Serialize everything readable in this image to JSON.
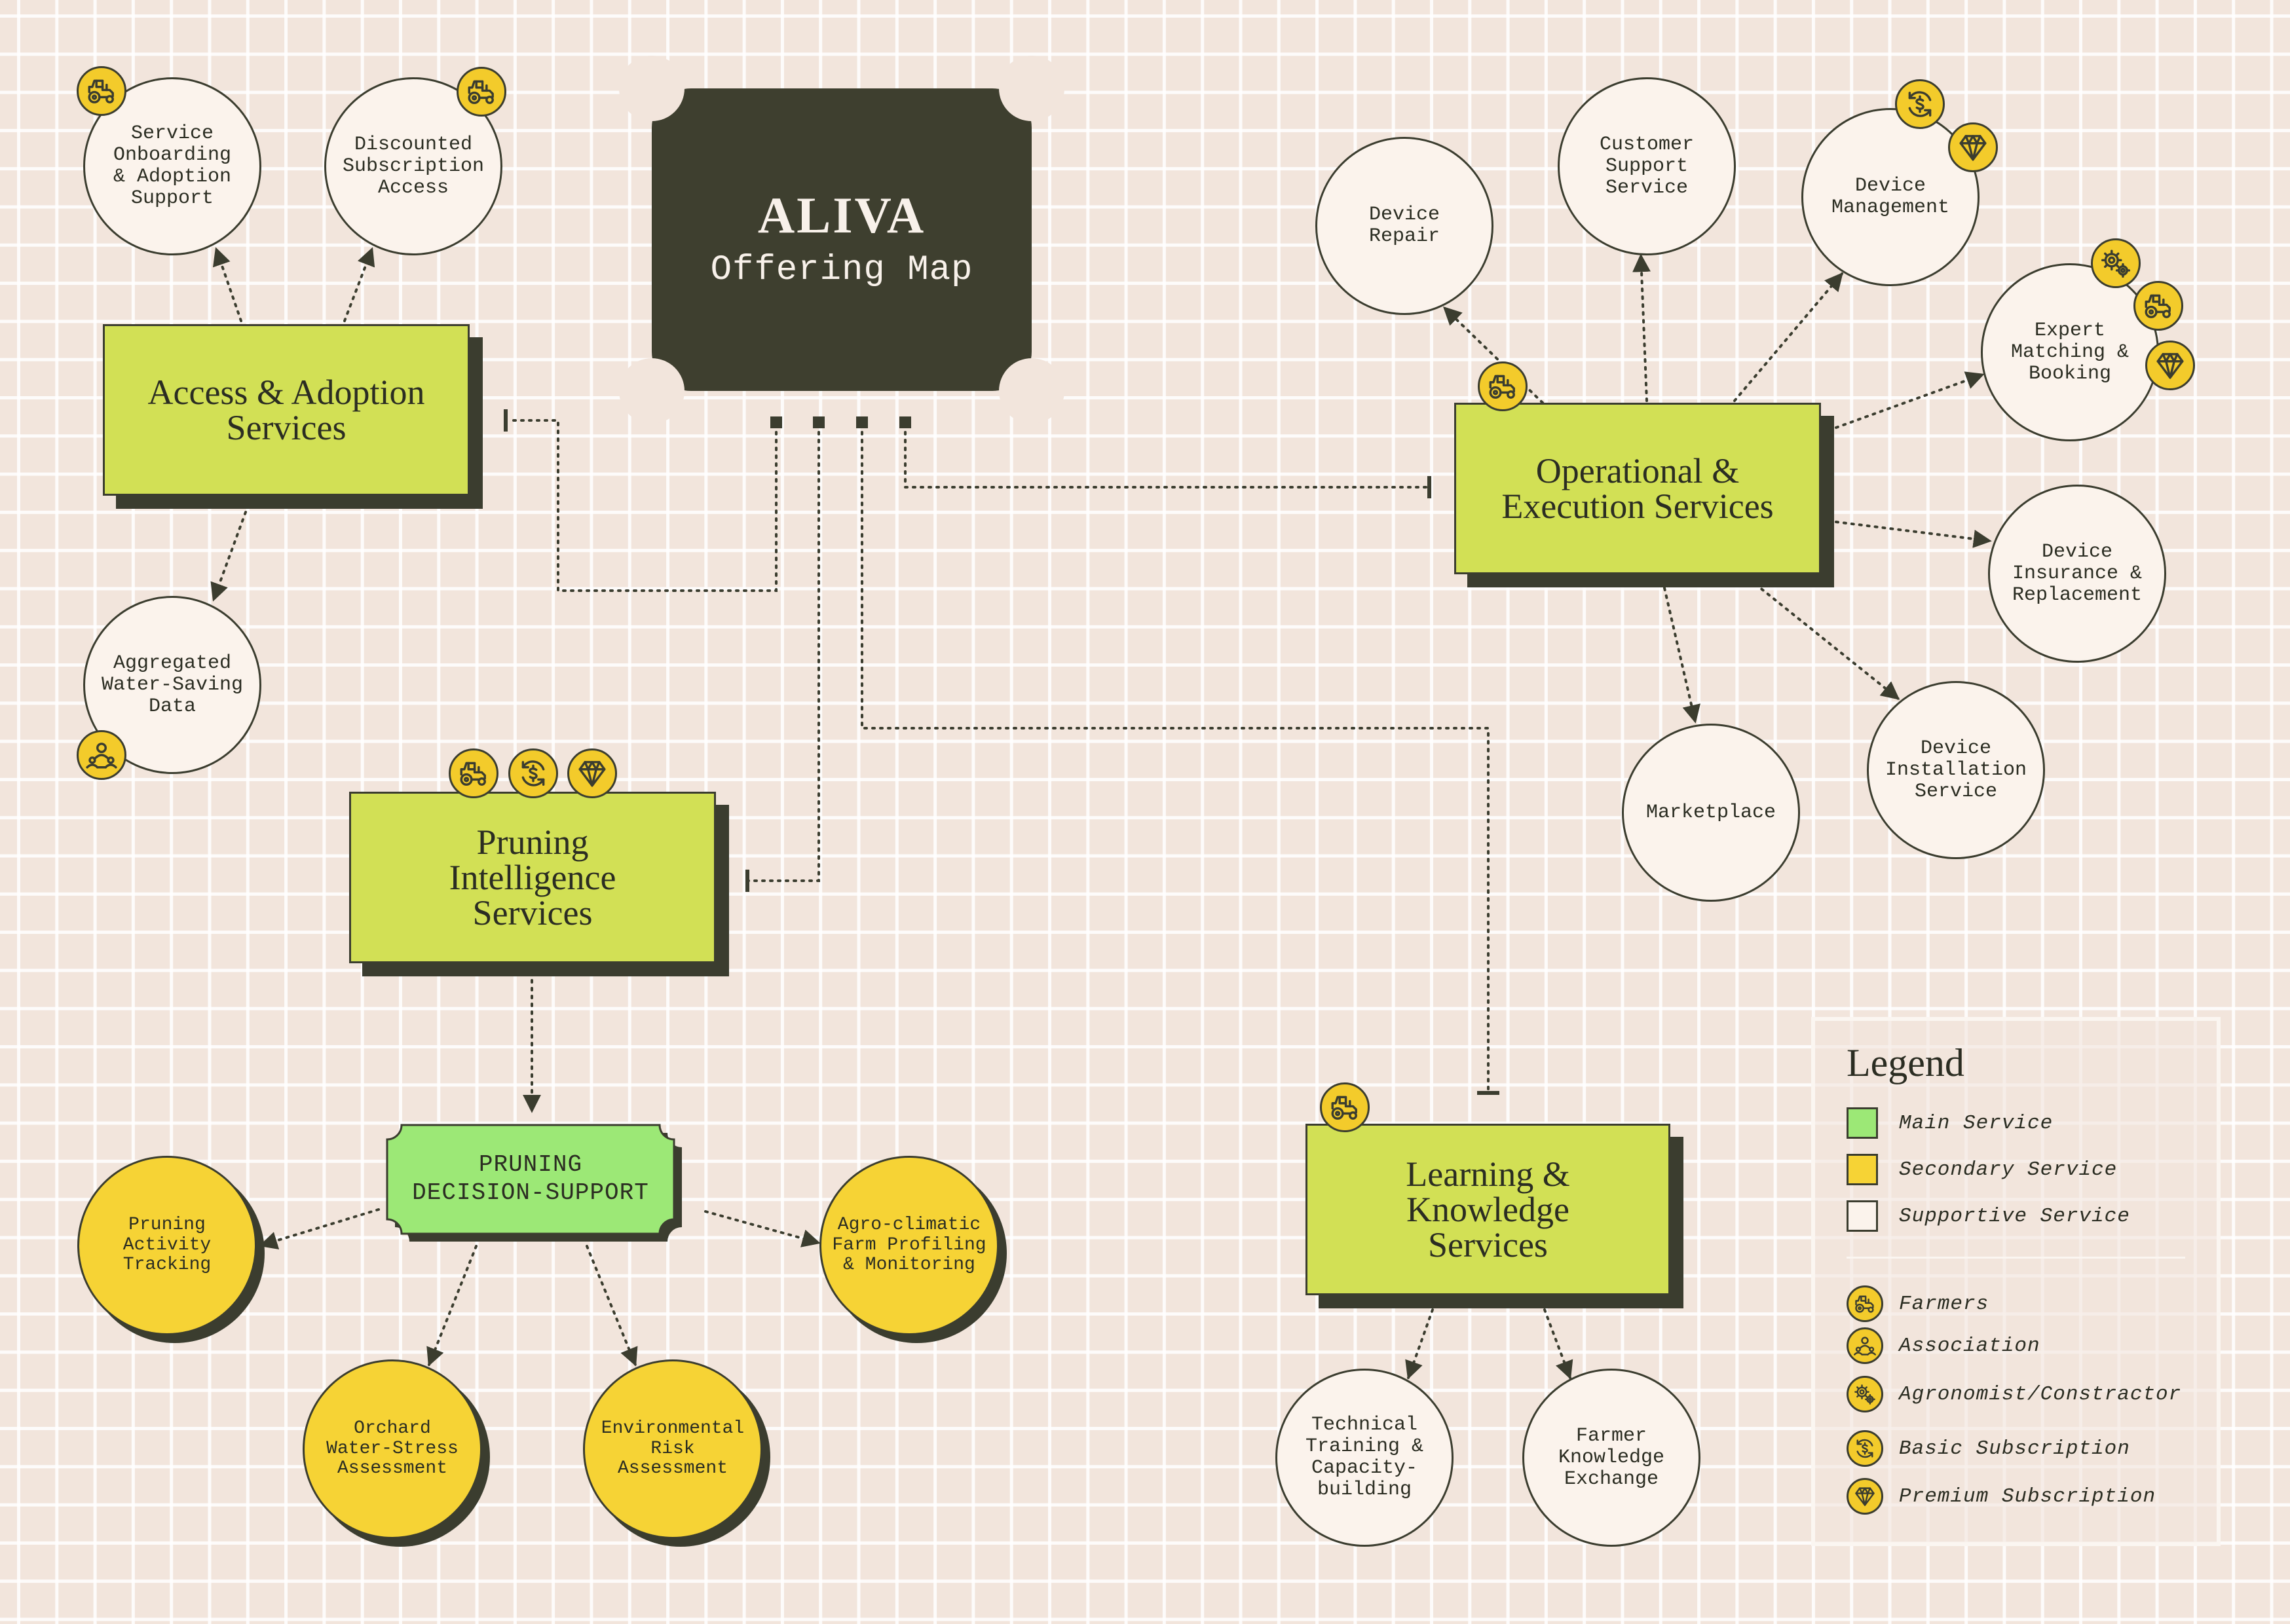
{
  "title": {
    "main": "ALIVA",
    "sub": "Offering Map"
  },
  "main_services": {
    "access": "Access & Adoption\nServices",
    "operational": "Operational &\nExecution Services",
    "pruning": "Pruning\nIntelligence\nServices",
    "learning": "Learning &\nKnowledge\nServices"
  },
  "secondary_hub": "PRUNING\nDECISION-SUPPORT",
  "supportive": {
    "onboarding": "Service\nOnboarding\n& Adoption\nSupport",
    "discounted": "Discounted\nSubscription\nAccess",
    "aggregated": "Aggregated\nWater-Saving\nData",
    "device_repair": "Device\nRepair",
    "customer_support": "Customer\nSupport\nService",
    "device_management": "Device\nManagement",
    "expert_matching": "Expert\nMatching &\nBooking",
    "device_insurance": "Device\nInsurance &\nReplacement",
    "device_installation": "Device\nInstallation\nService",
    "marketplace": "Marketplace",
    "technical_training": "Technical\nTraining &\nCapacity-\nbuilding",
    "farmer_knowledge": "Farmer\nKnowledge\nExchange"
  },
  "secondary": {
    "pruning_activity": "Pruning\nActivity\nTracking",
    "orchard_water": "Orchard\nWater-Stress\nAssessment",
    "environmental_risk": "Environmental\nRisk\nAssessment",
    "agro_climatic": "Agro-climatic\nFarm Profiling\n& Monitoring"
  },
  "legend": {
    "title": "Legend",
    "main_service": "Main Service",
    "secondary_service": "Secondary Service",
    "supportive_service": "Supportive Service",
    "farmers": "Farmers",
    "association": "Association",
    "agronomist": "Agronomist/Constractor",
    "basic": "Basic Subscription",
    "premium": "Premium Subscription"
  },
  "colors": {
    "main": "#d2e055",
    "secondary": "#f6d335",
    "supportive": "#fbf3ec",
    "hub": "#9ce876",
    "dark": "#3e3f2f",
    "badge": "#f3cb2b"
  },
  "icons": [
    "tractor-icon",
    "association-icon",
    "gears-icon",
    "dollar-cycle-icon",
    "diamond-icon"
  ]
}
